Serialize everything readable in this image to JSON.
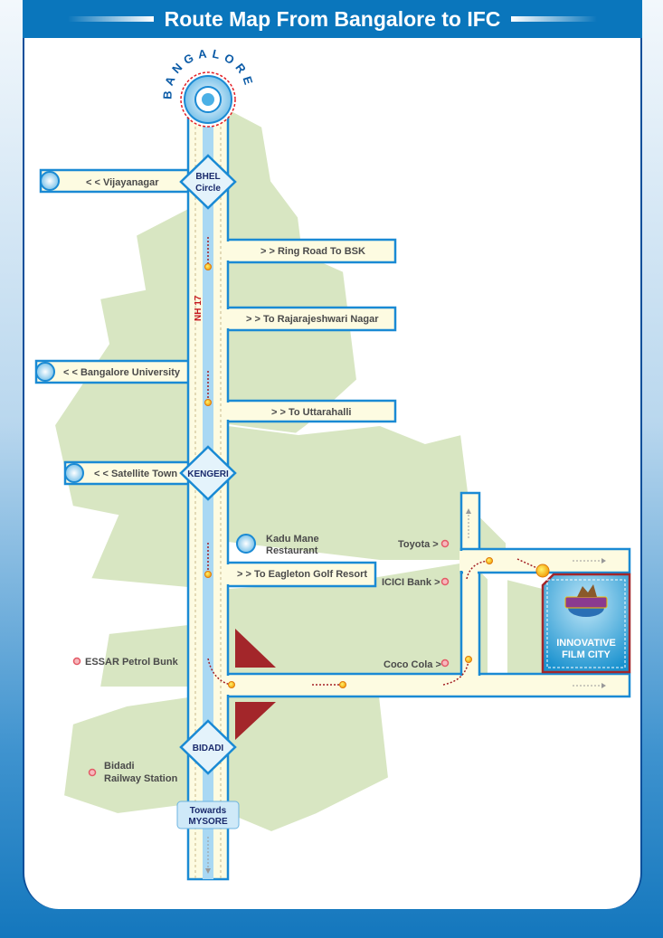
{
  "header": {
    "title": "Route Map From Bangalore to IFC"
  },
  "origin": {
    "label": "BANGALORE"
  },
  "highway": {
    "label": "NH 17"
  },
  "junctions": {
    "bhel": "BHEL",
    "bhel2": "Circle",
    "kengeri": "KENGERI",
    "bidadi": "BIDADI"
  },
  "towards": {
    "line1": "Towards",
    "line2": "MYSORE"
  },
  "roads": {
    "vijayanagar": "< < Vijayanagar",
    "ring_road": "> > Ring Road  To BSK",
    "rajarajeshwari": "> > To Rajarajeshwari Nagar",
    "bangalore_university": "< < Bangalore University",
    "uttarahalli": "> > To Uttarahalli",
    "satellite_town": "< < Satellite Town",
    "eagleton": "> > To Eagleton Golf Resort"
  },
  "landmarks": {
    "kadu_mane1": "Kadu Mane",
    "kadu_mane2": "Restaurant",
    "toyota": "Toyota >",
    "icici": "ICICI Bank >",
    "coco_cola": "Coco Cola >",
    "essar": "ESSAR Petrol Bunk",
    "bidadi_rail1": "Bidadi",
    "bidadi_rail2": "Railway Station"
  },
  "destination": {
    "line1": "INNOVATIVE",
    "line2": "FILM CITY",
    "logo_text": "INNOVATIVE Film City"
  },
  "colors": {
    "road_border": "#1a8ad4",
    "road_fill": "#fdfbe1",
    "land": "#d8e6c2",
    "route": "#a31f24",
    "header": "#0a76bc"
  }
}
